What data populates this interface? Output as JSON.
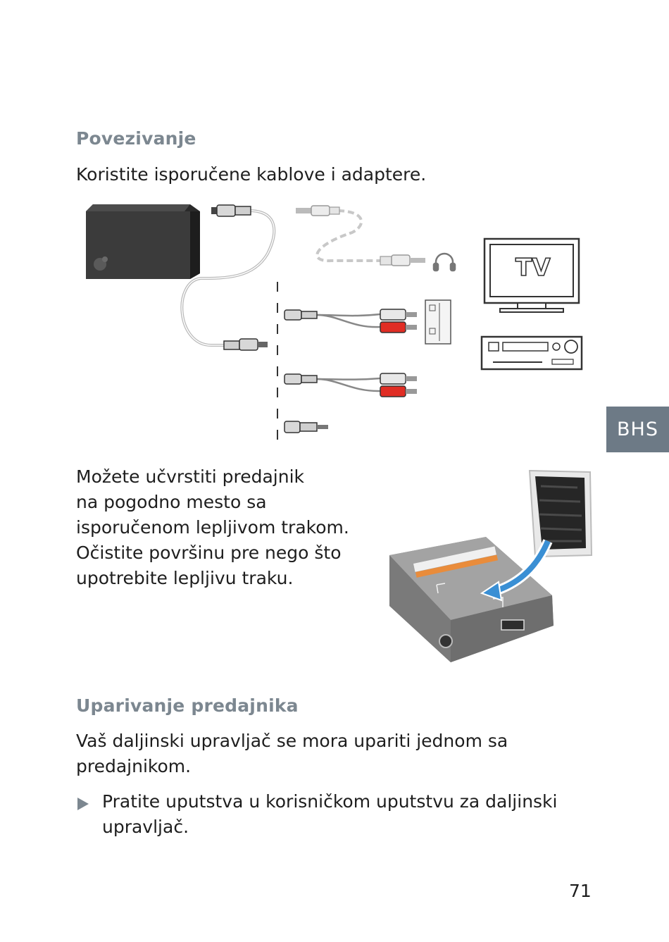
{
  "section1": {
    "title": "Povezivanje",
    "text": "Koristite isporučene kablove i adaptere."
  },
  "figure1": {
    "tv_label": "TV"
  },
  "section_mount": {
    "lines": [
      "Možete učvrstiti predajnik",
      "na pogodno mesto sa",
      "isporučenom lepljivom trakom.",
      "Očistite površinu pre nego što",
      "upotrebite lepljivu traku."
    ]
  },
  "section2": {
    "title": "Uparivanje predajnika",
    "text_lines": [
      "Vaš daljinski upravljač se mora upariti jednom sa",
      "predajnikom."
    ],
    "bullet_lines": [
      "Pratite uputstva u korisničkom uputstvu za daljinski",
      "upravljač."
    ]
  },
  "side_tab": "BHS",
  "page_number": "71",
  "colors": {
    "heading": "#7c8790",
    "tab": "#6d7a86",
    "rca_red": "#e02d24",
    "arrow_blue": "#3a8fd4"
  }
}
